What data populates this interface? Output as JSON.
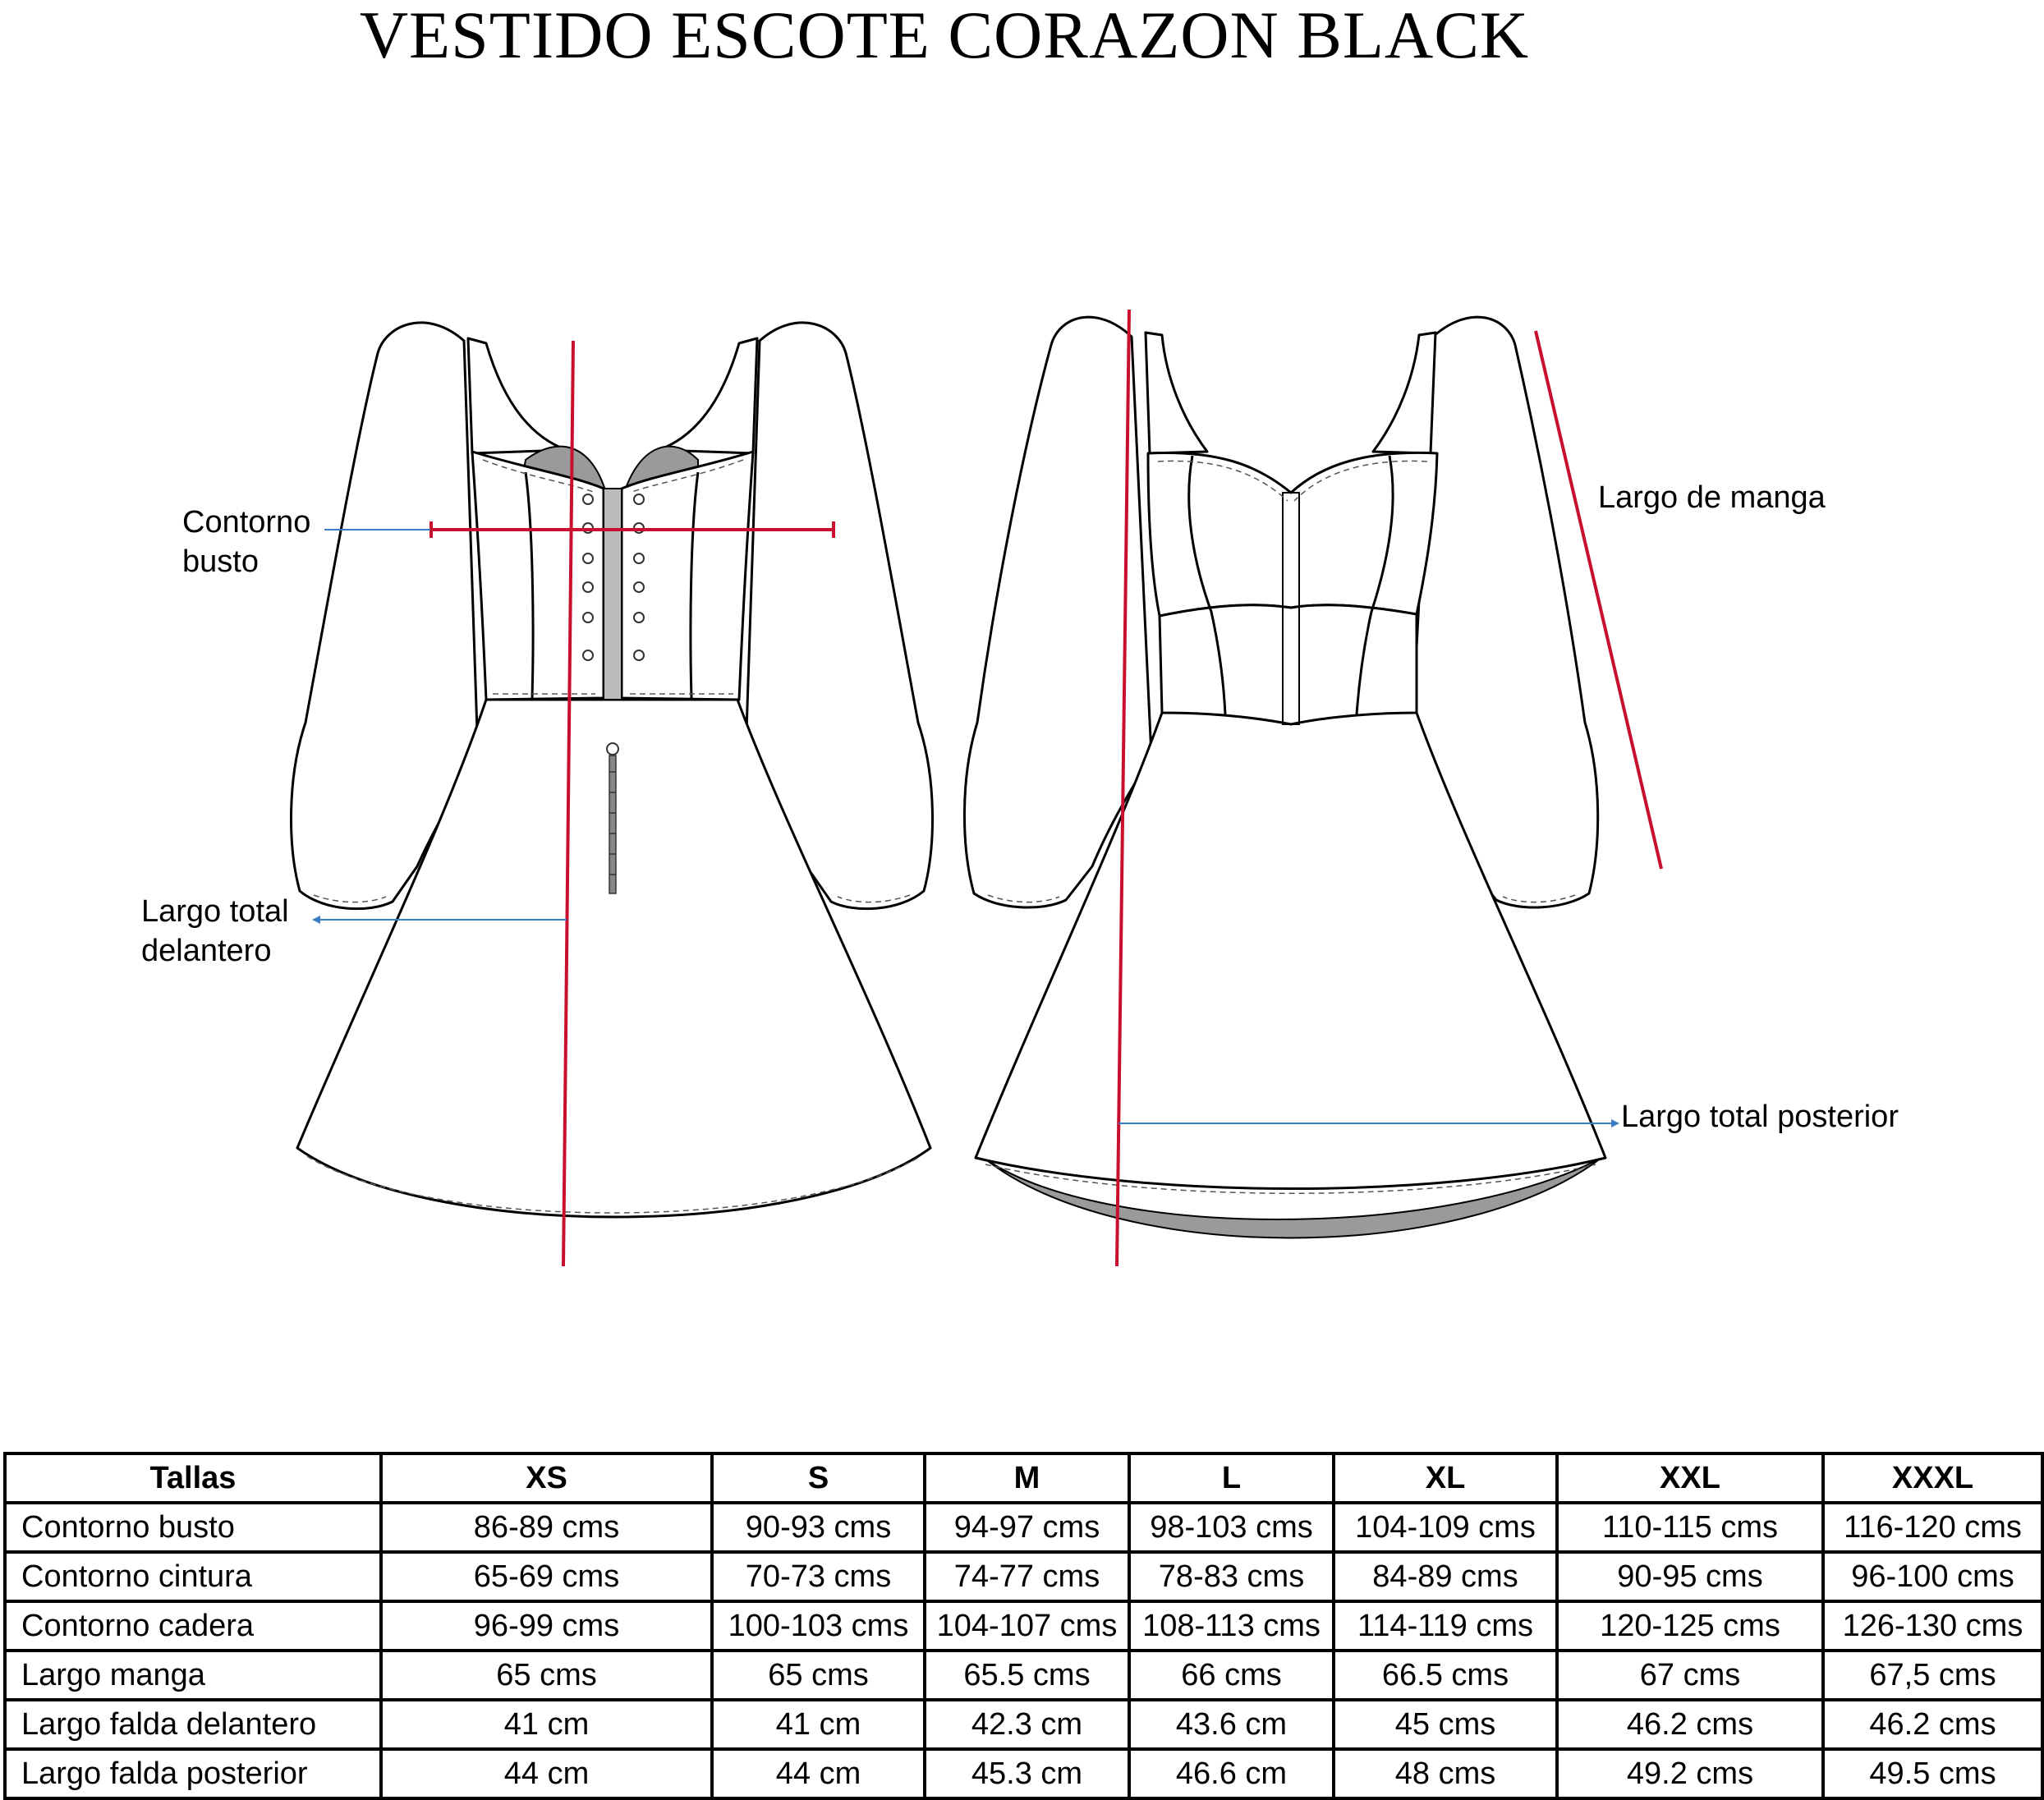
{
  "title": "VESTIDO ESCOTE CORAZON BLACK",
  "annotations": {
    "bust": "Contorno busto",
    "front_length": "Largo total delantero",
    "sleeve_length": "Largo de manga",
    "back_length": "Largo total posterior"
  },
  "colors": {
    "measure_line": "#c8102e",
    "leader_line": "#3b7dc4",
    "lining": "#9a9a9a"
  },
  "size_table": {
    "headers": [
      "Tallas",
      "XS",
      "S",
      "M",
      "L",
      "XL",
      "XXL",
      "XXXL"
    ],
    "rows": [
      [
        "Contorno busto",
        "86-89 cms",
        "90-93 cms",
        "94-97 cms",
        "98-103 cms",
        "104-109 cms",
        "110-115 cms",
        "116-120 cms"
      ],
      [
        "Contorno cintura",
        "65-69 cms",
        "70-73 cms",
        "74-77 cms",
        "78-83 cms",
        "84-89 cms",
        "90-95 cms",
        "96-100 cms"
      ],
      [
        "Contorno cadera",
        "96-99 cms",
        "100-103 cms",
        "104-107 cms",
        "108-113 cms",
        "114-119 cms",
        "120-125 cms",
        "126-130 cms"
      ],
      [
        "Largo manga",
        "65 cms",
        "65 cms",
        "65.5 cms",
        "66 cms",
        "66.5 cms",
        "67 cms",
        "67,5 cms"
      ],
      [
        "Largo falda delantero",
        "41 cm",
        "41 cm",
        "42.3 cm",
        "43.6 cm",
        "45 cms",
        "46.2 cms",
        "46.2 cms"
      ],
      [
        "Largo falda posterior",
        "44 cm",
        "44 cm",
        "45.3  cm",
        "46.6 cm",
        "48 cms",
        "49.2 cms",
        "49.5 cms"
      ]
    ]
  }
}
